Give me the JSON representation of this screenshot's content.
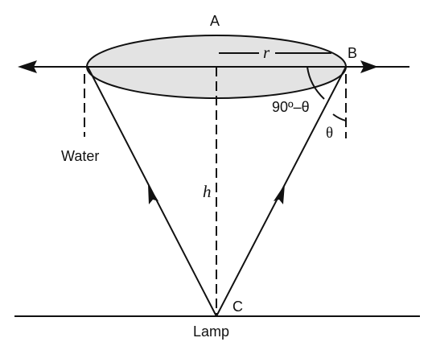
{
  "labels": {
    "point_a": "A",
    "point_b": "B",
    "point_c": "C",
    "radius": "r",
    "height": "h",
    "angle_outer": "90º–θ",
    "angle_inner": "θ",
    "water": "Water",
    "lamp": "Lamp"
  },
  "colors": {
    "stroke": "#111111",
    "disc_fill": "#e3e3e3",
    "background": "#ffffff"
  }
}
